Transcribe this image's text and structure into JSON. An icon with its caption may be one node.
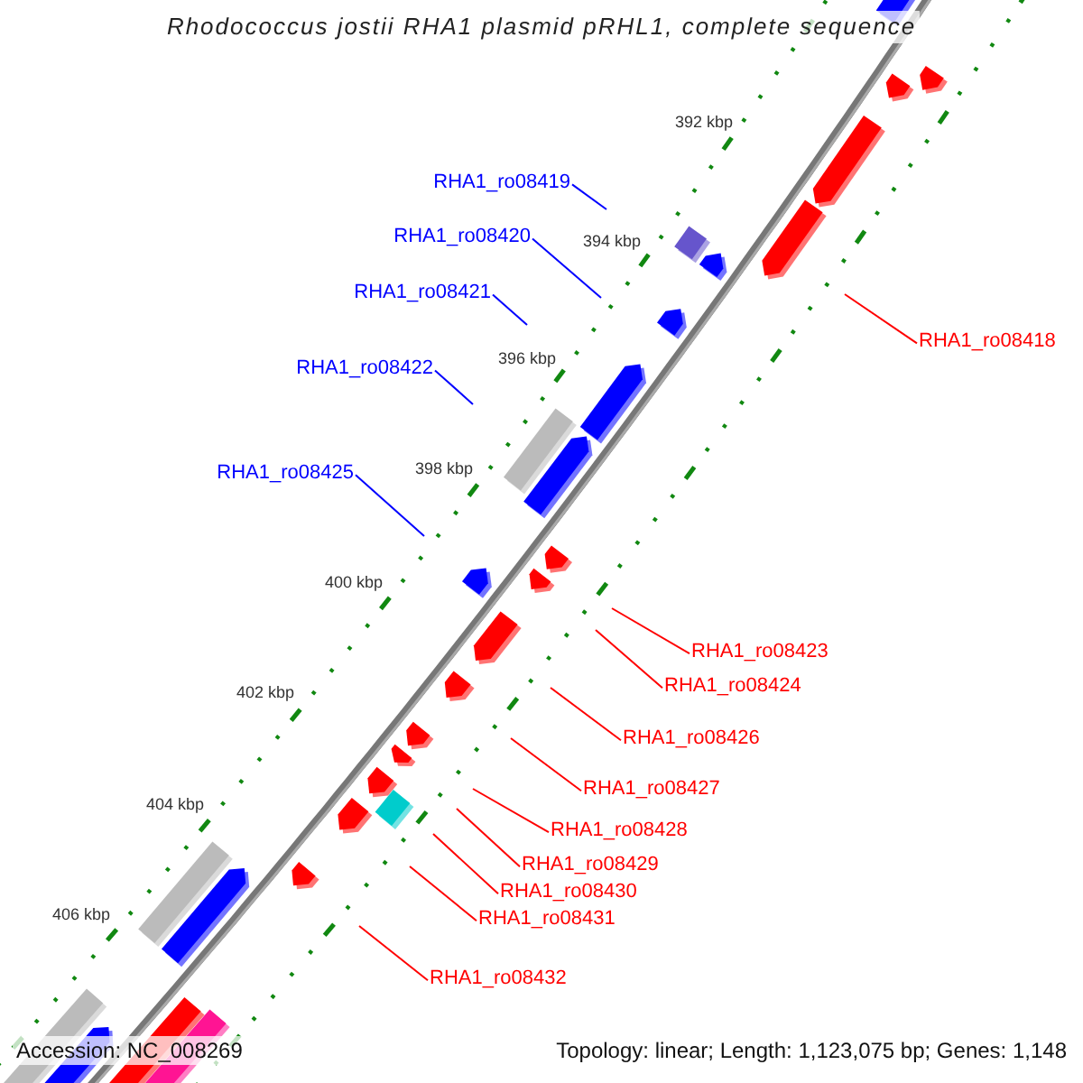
{
  "diagram": {
    "title": "Rhodococcus jostii RHA1 plasmid pRHL1, complete sequence",
    "nodes": [
      {
        "text": [
          "RHA1_ro08419"
        ]
      },
      {
        "text": [
          "RHA1_ro08420"
        ]
      },
      {
        "text": [
          "RHA1_ro08421"
        ]
      },
      {
        "text": [
          "RHA1_ro08418"
        ]
      },
      {
        "text": [
          "RHA1_ro08422"
        ]
      },
      {
        "text": [
          "RHA1_ro08425"
        ]
      },
      {
        "text": [
          "RHA1_ro08423"
        ]
      },
      {
        "text": [
          "RHA1_ro08424"
        ]
      },
      {
        "text": [
          "RHA1_ro08426"
        ]
      },
      {
        "text": [
          "RHA1_ro08427"
        ]
      },
      {
        "text": [
          "RHA1_ro08428"
        ]
      },
      {
        "text": [
          "RHA1_ro08429"
        ]
      },
      {
        "text": [
          "RHA1_ro08430"
        ]
      },
      {
        "text": [
          "RHA1_ro08431"
        ]
      },
      {
        "text": [
          "RHA1_ro08432"
        ]
      }
    ],
    "edges": [
      {
        "from": 0,
        "to": null,
        "arrow": "none",
        "color": "#0000ff"
      },
      {
        "from": 1,
        "to": null,
        "arrow": "none",
        "color": "#0000ff"
      },
      {
        "from": 2,
        "to": null,
        "arrow": "none",
        "color": "#0000ff"
      },
      {
        "from": 3,
        "to": null,
        "arrow": "none"
      },
      {
        "from": 4,
        "to": null,
        "arrow": "none",
        "color": "#0000ff"
      },
      {
        "from": 5,
        "to": null,
        "arrow": "none",
        "color": "#0000ff"
      },
      {
        "from": 6,
        "to": null,
        "arrow": "none"
      },
      {
        "from": 7,
        "to": null,
        "arrow": "none"
      },
      {
        "from": 8,
        "to": null,
        "arrow": "none"
      },
      {
        "from": 9,
        "to": null,
        "arrow": "none"
      },
      {
        "from": 10,
        "to": null,
        "arrow": "none"
      },
      {
        "from": 11,
        "to": null,
        "arrow": "none"
      },
      {
        "from": 12,
        "to": null,
        "arrow": "none"
      },
      {
        "from": 13,
        "to": null,
        "arrow": "none"
      },
      {
        "from": 14,
        "to": null,
        "arrow": "none"
      }
    ],
    "labels": [
      "392 kbp",
      "394 kbp",
      "396 kbp",
      "398 kbp",
      "400 kbp",
      "402 kbp",
      "404 kbp",
      "406 kbp",
      "Accession: NC_008269",
      "Topology: linear; Length: 1,123,075 bp; Genes: 1,148"
    ]
  }
}
